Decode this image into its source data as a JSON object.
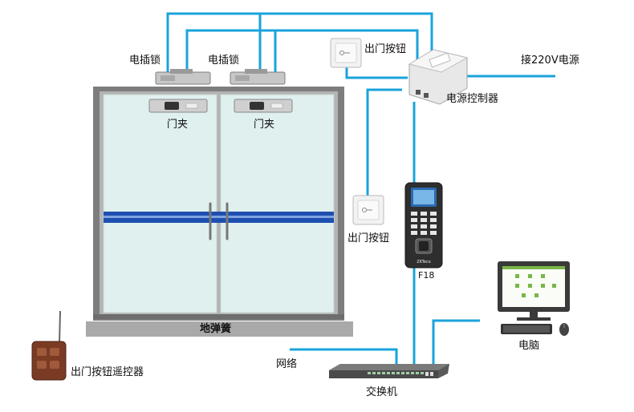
{
  "labels": {
    "lock_left": "电插锁",
    "lock_right": "电插锁",
    "exit_button_top": "出门按钮",
    "power_input": "接220V电源",
    "power_controller": "电源控制器",
    "clamp_left": "门夹",
    "clamp_right": "门夹",
    "exit_button_mid": "出门按钮",
    "device_model": "F18",
    "floor_spring": "地弹簧",
    "remote": "出门按钮遥控器",
    "network": "网络",
    "switch": "交换机",
    "computer": "电脑",
    "brand": "ZKTeco"
  },
  "colors": {
    "wire": "#1aa3dc",
    "frame": "#8c8c8c",
    "glass": "#dff0ef",
    "door_band": "#1e4fb0",
    "floor_bar": "#a9a9a9",
    "remote_body": "#7a3b24",
    "monitor": "#3a3a3a"
  },
  "icons": [
    "exit-button-icon",
    "power-controller-icon",
    "lock-icon",
    "door-clamp-icon",
    "fingerprint-terminal-icon",
    "network-switch-icon",
    "computer-monitor-icon",
    "keyboard-icon",
    "mouse-icon",
    "remote-control-icon"
  ]
}
